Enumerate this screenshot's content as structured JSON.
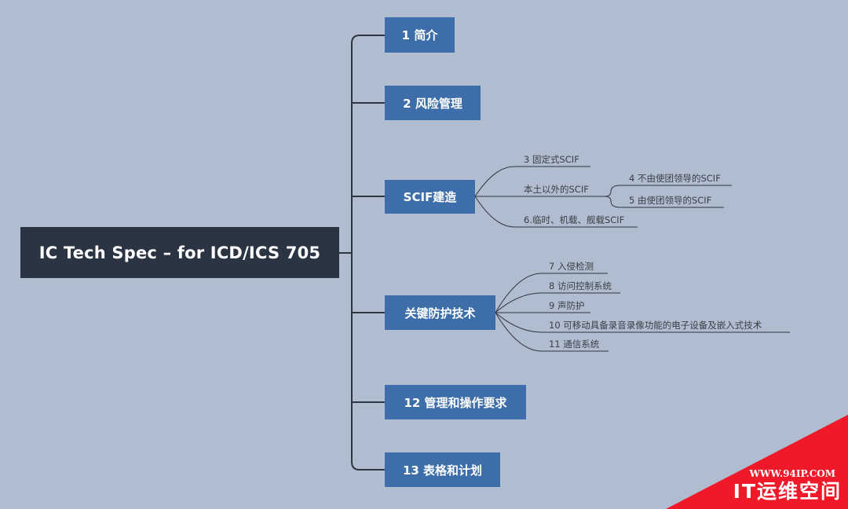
{
  "root": {
    "label": "IC Tech Spec – for ICD/ICS 705"
  },
  "branches": {
    "intro": "1 简介",
    "risk": "2 风险管理",
    "scif": "SCIF建造",
    "protection": "关键防护技术",
    "ops": "12 管理和操作要求",
    "forms": "13 表格和计划"
  },
  "scif_children": {
    "fixed": "3 固定式SCIF",
    "overseas": "本土以外的SCIF",
    "not_embassy": "4 不由使团领导的SCIF",
    "embassy": "5 由使团领导的SCIF",
    "temporary": "6.临时、机载、舰载SCIF"
  },
  "protection_children": [
    "7 入侵检测",
    "8 访问控制系统",
    "9 声防护",
    "10 可移动具备录音录像功能的电子设备及嵌入式技术",
    "11 通信系统"
  ],
  "watermark": {
    "url": "WWW.94IP.COM",
    "brand": "IT运维空间",
    "color": "#f0192a"
  },
  "colors": {
    "background": "#b0bccf",
    "root": "#2b3442",
    "branch": "#3d6ea9",
    "line": "#2f3640"
  }
}
